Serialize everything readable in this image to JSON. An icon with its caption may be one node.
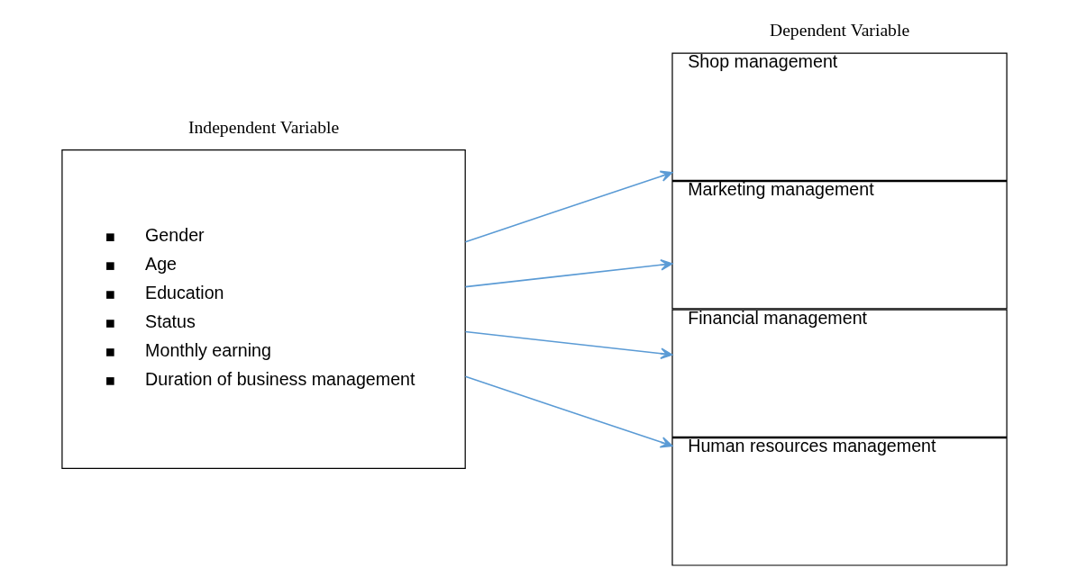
{
  "diagram": {
    "nodes": [
      {
        "text": [
          "Gender",
          "Age",
          "Education",
          "Status",
          "Monthly earning",
          "Duration of business management"
        ]
      },
      {
        "text": [
          "Shop management"
        ]
      },
      {
        "text": [
          "Marketing management"
        ]
      },
      {
        "text": [
          "Financial management"
        ]
      },
      {
        "text": [
          "Human resources management"
        ]
      }
    ],
    "edges": [
      {
        "from": 0,
        "to": 1,
        "arrow": "to"
      },
      {
        "from": 0,
        "to": 2,
        "arrow": "to"
      },
      {
        "from": 0,
        "to": 3,
        "arrow": "to"
      },
      {
        "from": 0,
        "to": 4,
        "arrow": "to"
      }
    ],
    "labels": [
      "Independent Variable",
      "Dependent Variable"
    ]
  }
}
